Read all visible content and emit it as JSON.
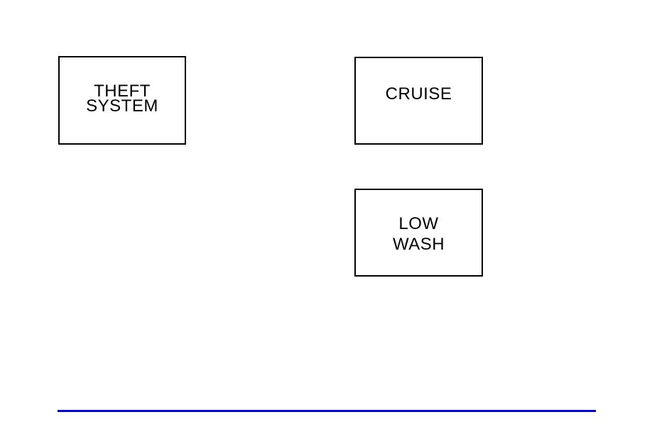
{
  "page": {
    "background_color": "#ffffff",
    "text_color": "#000000",
    "box_border_color": "#000000",
    "divider_color": "#0000dd"
  },
  "indicator_boxes": {
    "theft_system": {
      "label": "THEFT SYSTEM",
      "line1": "THEFT",
      "line2": "SYSTEM"
    },
    "cruise": {
      "label": "CRUISE",
      "line1": "CRUISE"
    },
    "low_wash": {
      "label": "LOW WASH",
      "line1": "LOW",
      "line2": "WASH"
    }
  }
}
